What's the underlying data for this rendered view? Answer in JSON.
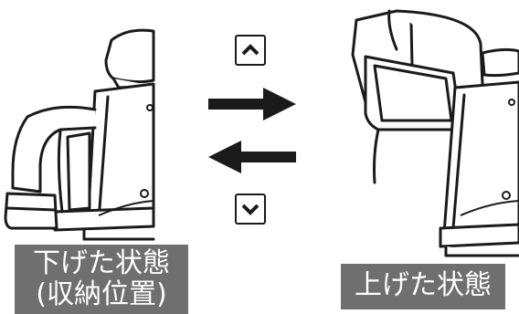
{
  "left_state": {
    "line1": "下げた状態",
    "line2": "(収納位置)"
  },
  "right_state": {
    "label": "上げた状態"
  },
  "controls": {
    "up_icon": "chevron-up-icon",
    "down_icon": "chevron-down-icon",
    "raise_arrow_icon": "arrow-right-icon",
    "lower_arrow_icon": "arrow-left-icon"
  },
  "colors": {
    "label_bg": "#6f6f6f",
    "label_text": "#ffffff",
    "line": "#1a1a1a"
  }
}
